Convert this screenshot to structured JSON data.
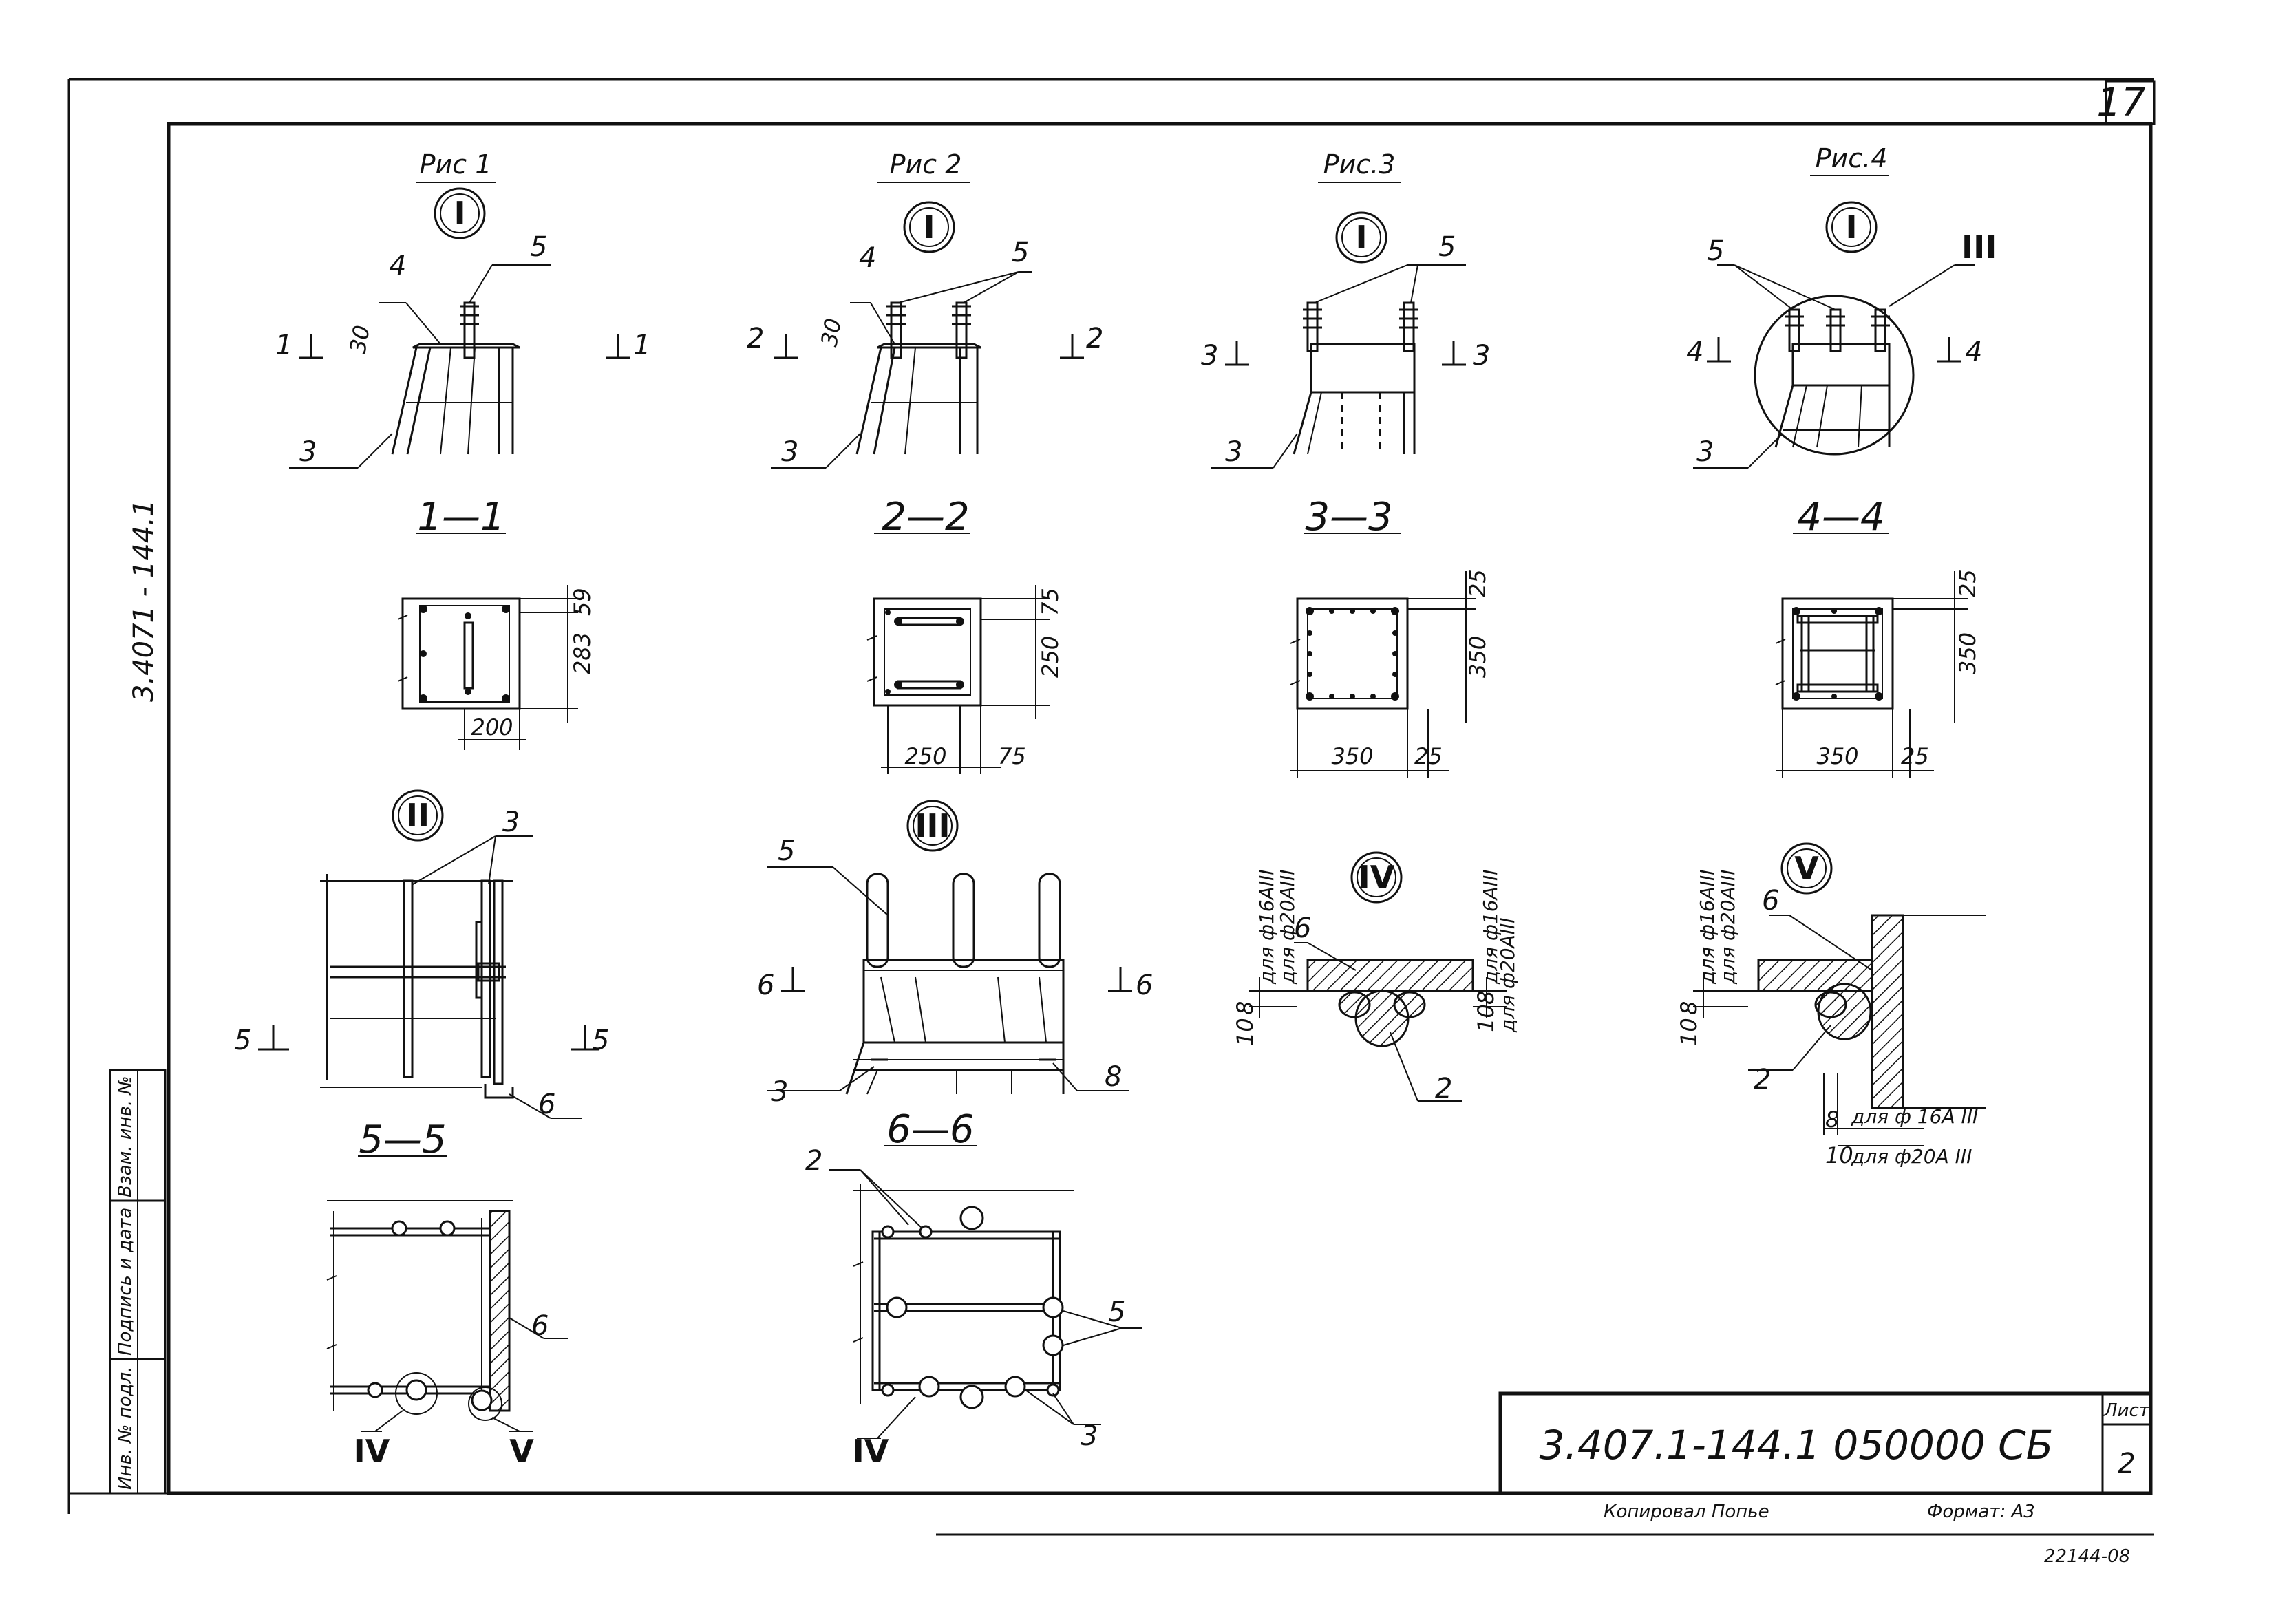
{
  "sheet": {
    "sheet_number": "17",
    "side_code": "3.4071 - 144.1",
    "title_code": "3.407.1-144.1 050000 СБ",
    "list_label": "Лист",
    "list_number": "2",
    "copied_by": "Копировал Попье",
    "format": "Формат: А3",
    "archive_number": "22144-08"
  },
  "side_stamp": {
    "inv_podl": "Инв. № подл.",
    "podpis_data": "Подпись и дата",
    "vzam_inv": "Взам. инв. №"
  },
  "figures": [
    {
      "title": "Рис 1",
      "callout": "I",
      "section_mark": "1",
      "pos_top": "5",
      "pos_side": "4",
      "pos_bottom": "3",
      "dim": "30"
    },
    {
      "title": "Рис 2",
      "callout": "I",
      "section_mark": "2",
      "pos_top": "5",
      "pos_side": "4",
      "pos_bottom": "3",
      "dim": "30"
    },
    {
      "title": "Рис.3",
      "callout": "I",
      "section_mark": "3",
      "pos_top": "5",
      "pos_bottom": "3"
    },
    {
      "title": "Рис.4",
      "callout": "I",
      "callout_detail": "III",
      "section_mark": "4",
      "pos_top": "5",
      "pos_bottom": "3"
    }
  ],
  "sections": [
    {
      "title": "1—1",
      "dims": [
        "59",
        "283",
        "200"
      ]
    },
    {
      "title": "2—2",
      "dims": [
        "75",
        "250",
        "250",
        "75"
      ]
    },
    {
      "title": "3—3",
      "dims": [
        "25",
        "350",
        "350",
        "25"
      ]
    },
    {
      "title": "4—4",
      "dims": [
        "25",
        "350",
        "350",
        "25"
      ]
    }
  ],
  "detail_II": {
    "callout": "II",
    "section_mark": "5",
    "pos_bar": "3",
    "pos_plate": "6"
  },
  "detail_III": {
    "callout": "III",
    "section_mark": "6",
    "pos_top": "5",
    "pos_bottom": "3",
    "pos_right": "8"
  },
  "detail_IV": {
    "callout": "IV",
    "pos_plate": "6",
    "pos_bar": "2",
    "dim_8": "8",
    "dim_10": "10",
    "note_16": "для ф16АIII",
    "note_20": "для ф20АIII"
  },
  "detail_V": {
    "callout": "V",
    "pos_plate": "6",
    "pos_bar": "2",
    "dim_8": "8",
    "dim_10": "10",
    "note_16": "для ф16АIII",
    "note_20": "для ф20АIII",
    "bottom_16": "для ф 16А III",
    "bottom_20": "для ф20А III"
  },
  "section_5_5": {
    "title": "5—5",
    "pos_plate": "6",
    "mark_left": "IV",
    "mark_right": "V"
  },
  "section_6_6": {
    "title": "6—6",
    "pos_top": "2",
    "pos_right": "5",
    "pos_bottom": "3",
    "mark_left": "IV"
  }
}
